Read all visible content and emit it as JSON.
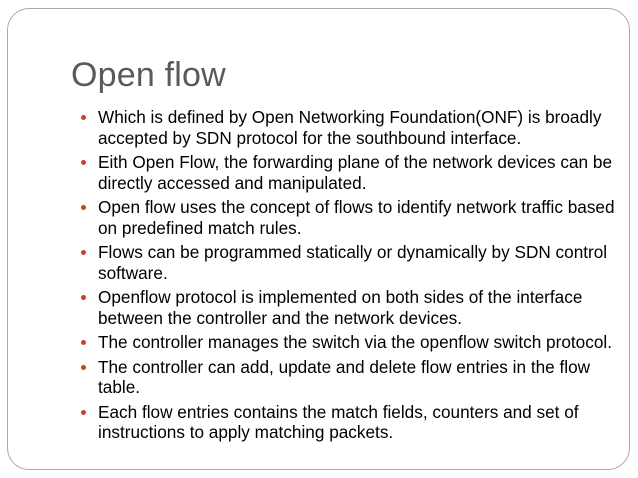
{
  "slide": {
    "title": "Open flow",
    "title_color": "#5a5a5a",
    "bullet_color": "#c8431f",
    "text_color": "#000000",
    "border_color": "#a9a9a9",
    "background_color": "#ffffff",
    "bullets": [
      {
        "marker": "round-bullet-icon",
        "text": "Which is defined by Open Networking Foundation(ONF) is broadly accepted by SDN protocol for the southbound interface."
      },
      {
        "marker": "round-bullet-icon",
        "text": "Eith Open Flow, the forwarding plane of the network devices can be directly accessed and manipulated."
      },
      {
        "marker": "round-bullet-icon",
        "text": "Open flow uses the concept of flows to identify network traffic based on predefined match rules."
      },
      {
        "marker": "round-bullet-icon",
        "text": "Flows can be programmed statically or dynamically by SDN control software."
      },
      {
        "marker": "round-bullet-icon",
        "text": "Openflow protocol is implemented on both sides of the interface between the controller and the network devices."
      },
      {
        "marker": "round-bullet-icon",
        "text": "The controller manages the switch via the openflow switch protocol."
      },
      {
        "marker": "round-bullet-icon",
        "text": "The controller can add, update and delete flow entries in the flow table."
      },
      {
        "marker": "round-bullet-icon",
        "text": "Each flow entries contains the match fields, counters and set of instructions to apply matching packets."
      }
    ]
  }
}
